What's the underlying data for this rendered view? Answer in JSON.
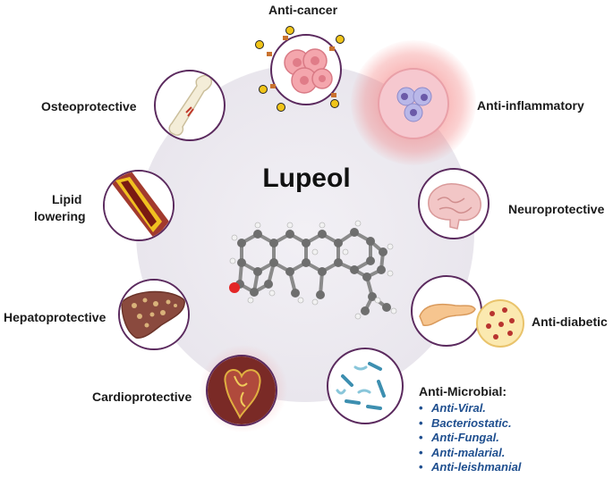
{
  "title": "Lupeol",
  "labels": {
    "anticancer": "Anti-cancer",
    "antiinflammatory": "Anti-inflammatory",
    "neuroprotective": "Neuroprotective",
    "antidiabetic": "Anti-diabetic",
    "antimicrobial": "Anti-Microbial:",
    "cardioprotective": "Cardioprotective",
    "hepatoprotective": "Hepatoprotective",
    "lipid_line1": "Lipid",
    "lipid_line2": "lowering",
    "osteoprotective": "Osteoprotective"
  },
  "antimicrobial_items": [
    "Anti-Viral.",
    "Bacteriostatic.",
    "Anti-Fungal.",
    "Anti-malarial.",
    "Anti-leishmanial"
  ],
  "colors": {
    "ring": "#5b2a5e",
    "hub": "#e9e6ed",
    "list_text": "#1f4f8f",
    "glow": "#f37a7a"
  }
}
